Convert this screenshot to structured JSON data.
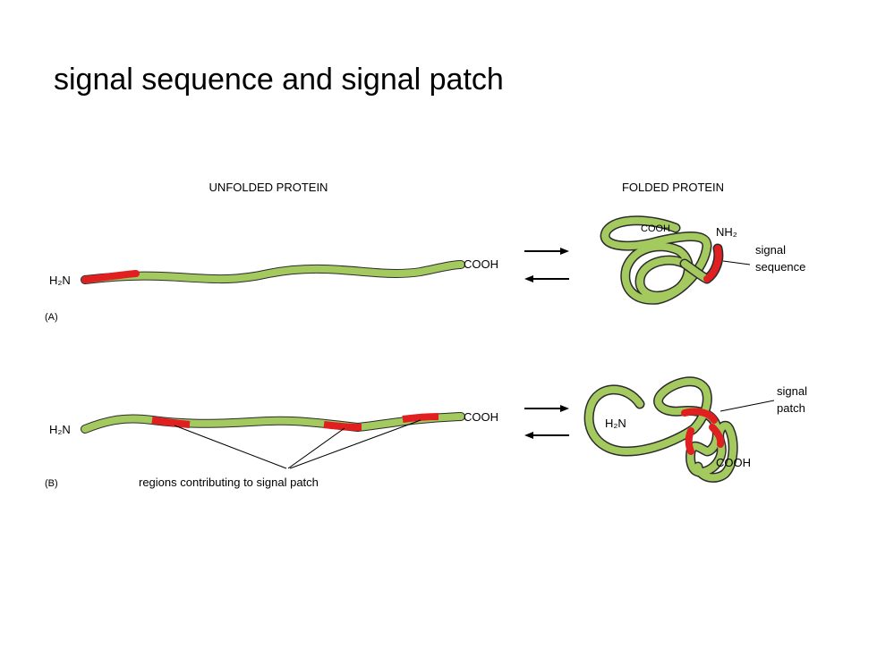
{
  "title": "signal sequence and signal patch",
  "headers": {
    "unfolded": "UNFOLDED PROTEIN",
    "folded": "FOLDED PROTEIN"
  },
  "panel_a": {
    "label": "(A)",
    "n_terminus": "H₂N",
    "c_terminus": "COOH",
    "folded_cooh": "COOH",
    "folded_nh2": "NH₂",
    "signal_label_line1": "signal",
    "signal_label_line2": "sequence"
  },
  "panel_b": {
    "label": "(B)",
    "n_terminus": "H₂N",
    "c_terminus": "COOH",
    "folded_h2n": "H₂N",
    "folded_cooh": "COOH",
    "signal_label_line1": "signal",
    "signal_label_line2": "patch",
    "regions_caption": "regions contributing to signal patch"
  },
  "colors": {
    "protein": "#a4c95f",
    "signal": "#e02020",
    "outline": "#2b2b2b"
  }
}
